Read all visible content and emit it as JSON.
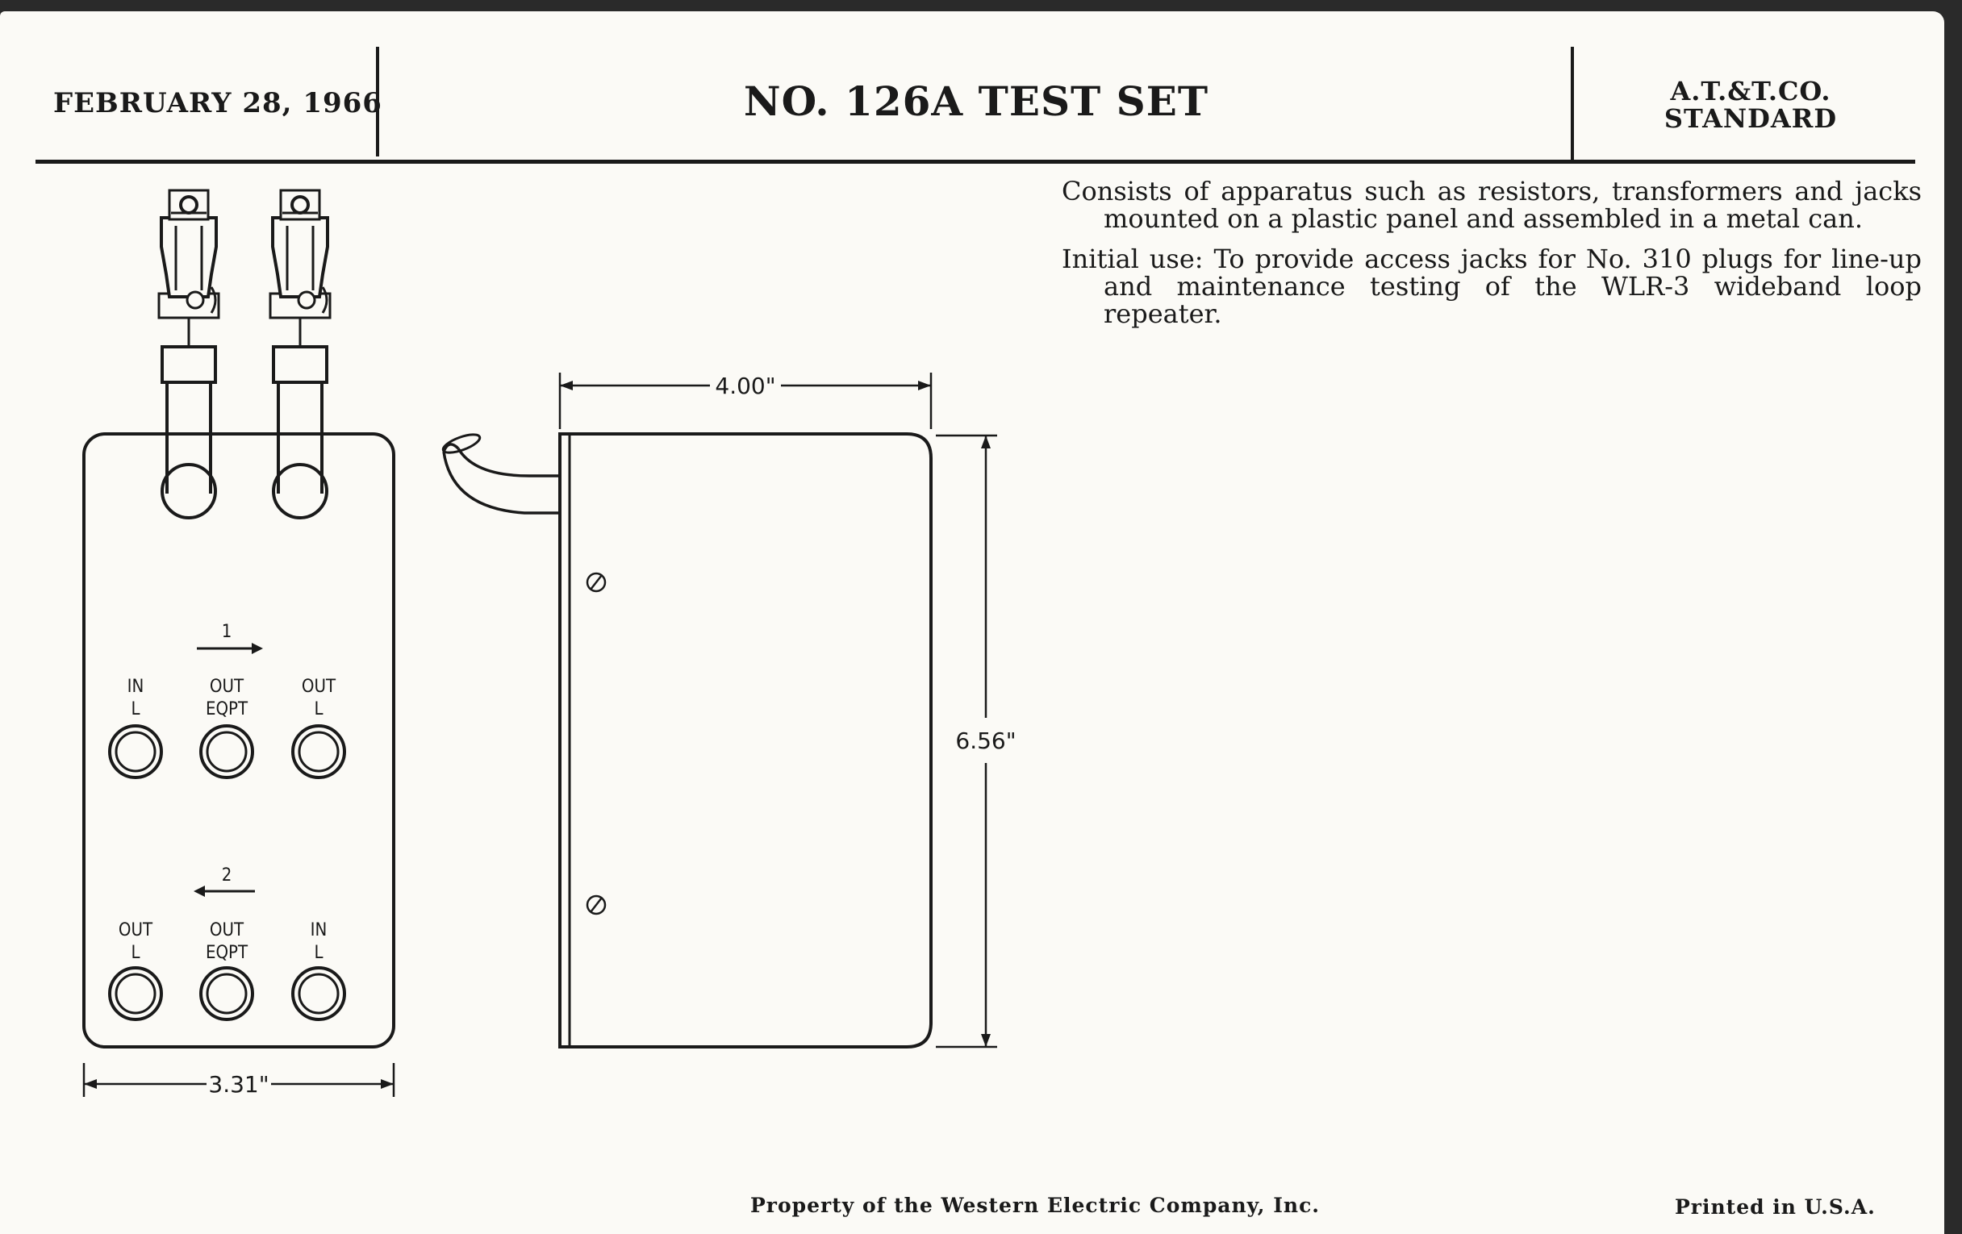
{
  "header": {
    "date": "FEBRUARY 28, 1966",
    "title": "NO. 126A TEST SET",
    "standard_line1": "A.T.&T.CO.",
    "standard_line2": "STANDARD"
  },
  "description": {
    "paragraph1": "Consists of apparatus such as resistors, transformers and jacks mounted on a plastic panel and assembled in a metal can.",
    "paragraph2": "Initial use: To provide access jacks for No. 310 plugs for line-up and maintenance testing of the WLR-3 wideband loop repeater."
  },
  "front_view": {
    "path1_label": "1",
    "path2_label": "2",
    "top_jacks": [
      {
        "line1": "IN",
        "line2": "L"
      },
      {
        "line1": "OUT",
        "line2": "EQPT"
      },
      {
        "line1": "OUT",
        "line2": "L"
      }
    ],
    "bottom_jacks": [
      {
        "line1": "OUT",
        "line2": "L"
      },
      {
        "line1": "OUT",
        "line2": "EQPT"
      },
      {
        "line1": "IN",
        "line2": "L"
      }
    ],
    "width_dimension": "3.31\""
  },
  "side_view": {
    "depth_dimension": "4.00\"",
    "height_dimension": "6.56\""
  },
  "footer": {
    "property": "Property of the Western Electric Company, Inc.",
    "printed": "Printed in U.S.A."
  }
}
